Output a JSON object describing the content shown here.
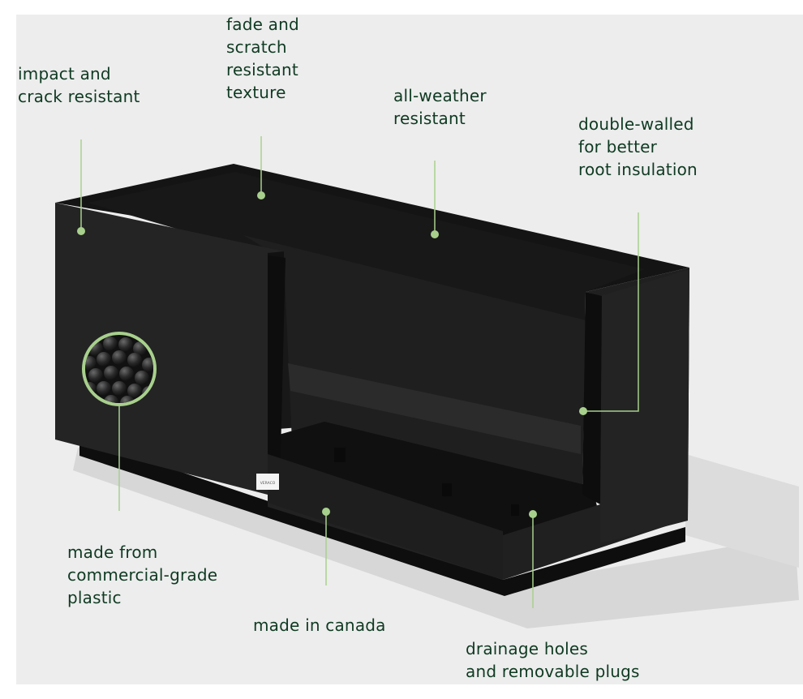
{
  "features": {
    "impact": "impact and\ncrack resistant",
    "fade": "fade and\nscratch\nresistant\ntexture",
    "weather": "all-weather\nresistant",
    "double_walled": "double-walled\nfor better\nroot insulation",
    "material": "made from\ncommercial-grade\nplastic",
    "canada": "made in canada",
    "drainage": "drainage holes\nand removable plugs"
  },
  "product": {
    "brand_tag": "VERACO"
  },
  "colors": {
    "background": "#ededed",
    "label_text": "#0f3a22",
    "callout_accent": "#a8d08d",
    "planter": "#1c1c1c",
    "shadow": "#d6d6d6"
  }
}
